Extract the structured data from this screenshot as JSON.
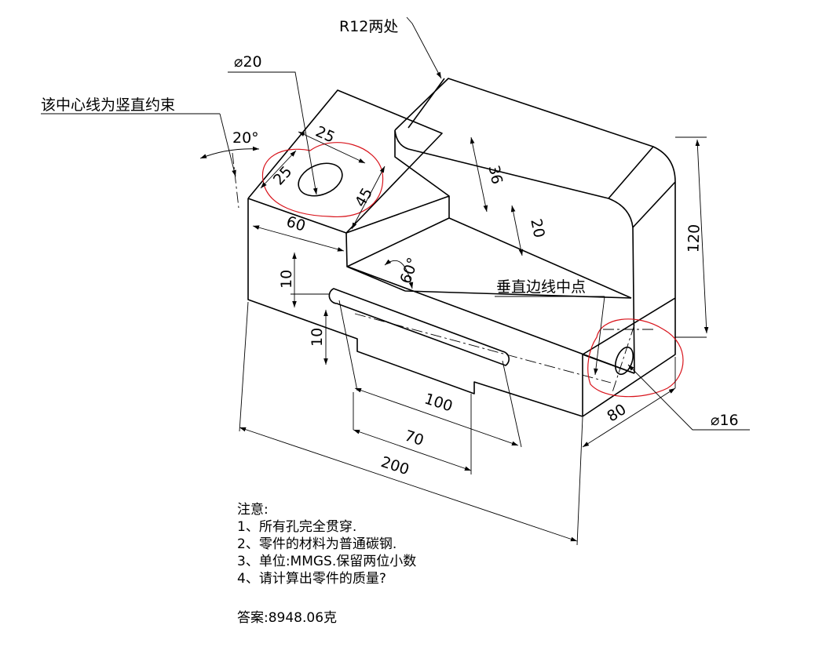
{
  "dimensions": {
    "r12": "R12两处",
    "d20": "⌀20",
    "center_note": "该中心线为竖直约束",
    "angle20": "20°",
    "d25_top": "25",
    "d25_side": "25",
    "d45": "45",
    "d60": "60",
    "d36": "36",
    "d20_small": "20",
    "d120": "120",
    "angle60": "60°",
    "d10_top": "10",
    "d10_bottom": "10",
    "midpoint_note": "垂直边线中点",
    "d100": "100",
    "d70": "70",
    "d200": "200",
    "d80": "80",
    "d16": "⌀16"
  },
  "notes": {
    "title": "注意:",
    "line1": "1、所有孔完全贯穿.",
    "line2": "2、零件的材料为普通碳钢.",
    "line3": "3、单位:MMGS.保留两位小数",
    "line4": "4、请计算出零件的质量?",
    "answer": "答案:8948.06克"
  },
  "colors": {
    "markup": "#d8141c",
    "line": "#000000"
  }
}
